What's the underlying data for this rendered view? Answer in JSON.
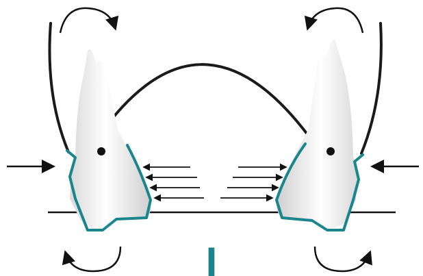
{
  "figure": {
    "label": "I",
    "colors": {
      "outline": "#1a858d",
      "wire": "#1a1a1a",
      "arrow": "#111111",
      "tooth": "#f2f2f2"
    },
    "icons": [
      "tooth-left",
      "tooth-right",
      "curved-rotation-arrow",
      "force-arrow",
      "small-parallel-arrows"
    ]
  }
}
